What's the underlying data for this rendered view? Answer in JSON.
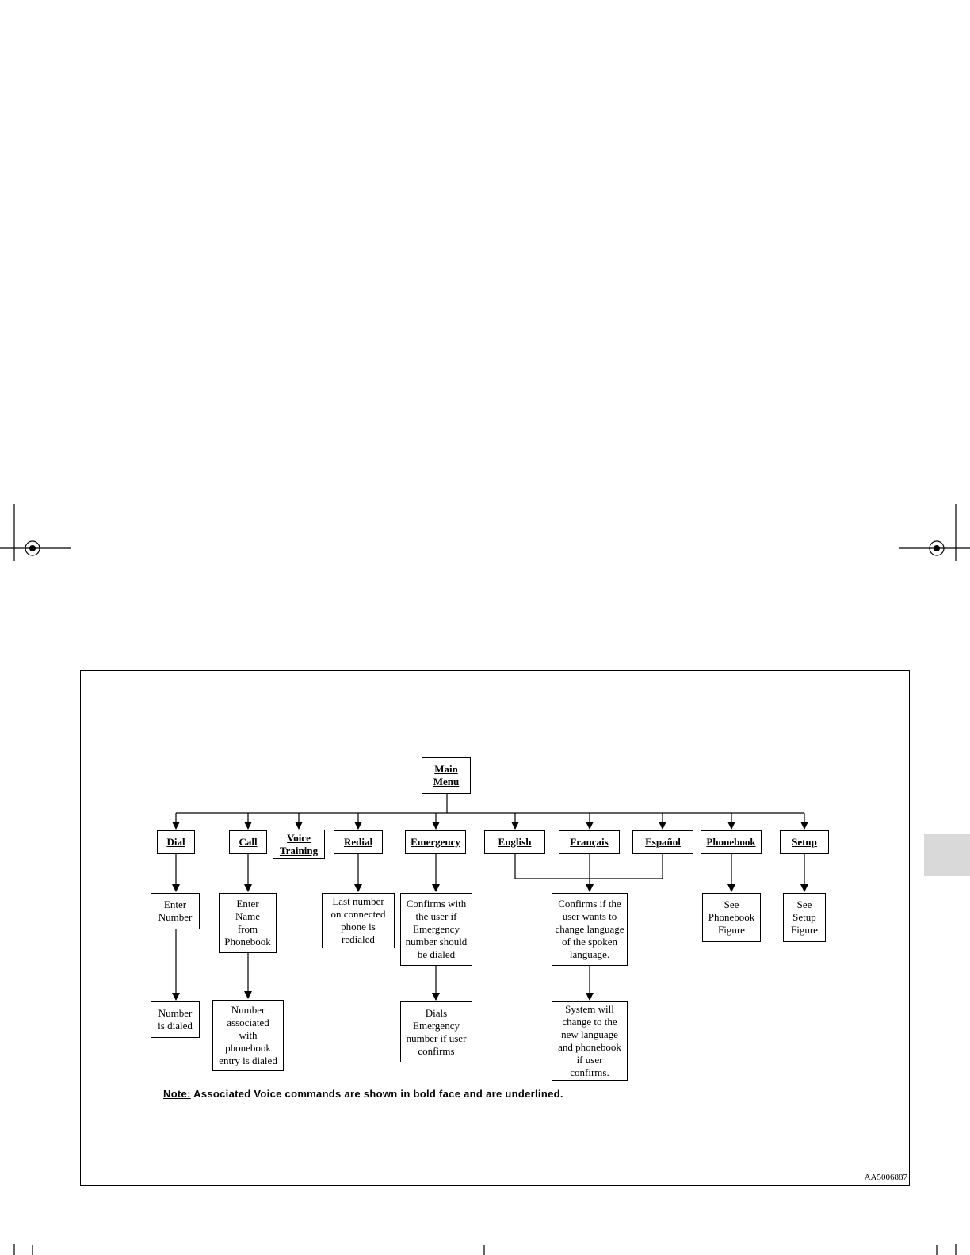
{
  "colors": {
    "ink": "#000000",
    "tab": "#d9d9d9",
    "rule": "#5b7fbf"
  },
  "diagram": {
    "root": "Main\nMenu",
    "commands": [
      {
        "id": "dial",
        "label": "Dial"
      },
      {
        "id": "call",
        "label": "Call"
      },
      {
        "id": "voice-training",
        "label": "Voice\nTraining"
      },
      {
        "id": "redial",
        "label": "Redial"
      },
      {
        "id": "emergency",
        "label": "Emergency"
      },
      {
        "id": "english",
        "label": "English"
      },
      {
        "id": "francais",
        "label": "Français"
      },
      {
        "id": "espanol",
        "label": "Español"
      },
      {
        "id": "phonebook",
        "label": "Phonebook"
      },
      {
        "id": "setup",
        "label": "Setup"
      }
    ],
    "results": {
      "dial_1": "Enter\nNumber",
      "dial_2": "Number\nis dialed",
      "call_1": "Enter\nName\nfrom\nPhonebook",
      "call_2": "Number\nassociated\nwith\nphonebook\nentry is dialed",
      "redial_1": "Last number\non connected\nphone is\nredialed",
      "emergency_1": "Confirms with\nthe user if\nEmergency\nnumber should\nbe dialed",
      "emergency_2": "Dials\nEmergency\nnumber  if user\nconfirms",
      "language_1": "Confirms if the\nuser wants to\nchange language\nof the spoken\nlanguage.",
      "language_2": "System will\nchange to the\nnew language\nand phonebook\nif user\nconfirms.",
      "phonebook_1": "See\nPhonebook\nFigure",
      "setup_1": "See\nSetup\nFigure"
    },
    "note_label": "Note:",
    "note_text": " Associated Voice commands are shown in bold face and are underlined.",
    "figure_code": "AA5006887"
  }
}
